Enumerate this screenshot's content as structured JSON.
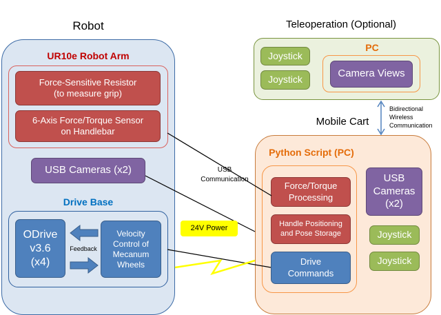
{
  "robot": {
    "label": "Robot",
    "arm_title": "UR10e Robot Arm",
    "fsr": "Force-Sensitive Resistor (to measure grip)",
    "ft_sensor": "6-Axis Force/Torque Sensor on Handlebar",
    "usb_cameras": "USB Cameras (x2)",
    "drive_base_title": "Drive Base",
    "odrive": "ODrive v3.6 (x4)",
    "velocity_control": "Velocity Control of Mecanum Wheels",
    "feedback": "Feedback"
  },
  "teleop": {
    "label": "Teleoperation (Optional)",
    "joystick_1": "Joystick",
    "joystick_2": "Joystick",
    "pc_title": "PC",
    "camera_views": "Camera Views"
  },
  "links": {
    "wireless": "Bidirectional Wireless Communication",
    "usb": "USB Communication",
    "power": "24V Power"
  },
  "cart": {
    "label": "Mobile Cart",
    "python_title": "Python Script (PC)",
    "ft_processing": "Force/Torque Processing",
    "handle_positioning": "Handle Positioning and Pose Storage",
    "drive_commands": "Drive Commands",
    "usb_cameras": "USB Cameras (x2)",
    "joystick_1": "Joystick",
    "joystick_2": "Joystick"
  },
  "colors": {
    "red_title": "#c00000",
    "blue_title": "#0070c0",
    "orange_title": "#e46c0a",
    "power": "#ffff00"
  }
}
